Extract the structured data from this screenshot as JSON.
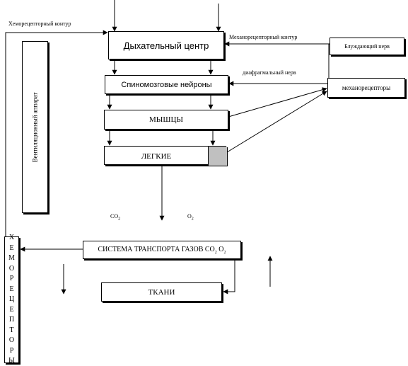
{
  "nodes": {
    "breathing_center": "Дыхательный центр",
    "spinal_neurons": "Спиномозговые нейроны",
    "muscles": "МЫШЦЫ",
    "lungs": "ЛЕГКИЕ",
    "ventilation_apparatus": "Вентиляционный аппарат",
    "vagus_nerve": "Блуждающий нерв",
    "mechanoreceptors": "механорецепторы",
    "gas_transport_system": "СИСТЕМА ТРАНСПОРТА ГАЗОВ CO",
    "gas_transport_sub1": "2",
    "gas_transport_mid": " O",
    "gas_transport_sub2": "2",
    "tissues": "ТКАНИ",
    "chemoreceptors_letters": [
      "Х",
      "Е",
      "М",
      "О",
      "Р",
      "Е",
      "Ц",
      "Е",
      "П",
      "Т",
      "О",
      "Р",
      "Ы"
    ]
  },
  "labels": {
    "chemoreceptor_circuit": "Хеморецепторный контур",
    "mechanoreceptor_circuit": "Механорецепторный контур",
    "diaphragm_nerve": "диафрагмальный нерв",
    "co2_base": "CO",
    "co2_sub": "2",
    "o2_base": "O",
    "o2_sub": "2"
  },
  "colors": {
    "line": "#000000",
    "lung_block": "#c0c0c0",
    "background": "#ffffff"
  }
}
